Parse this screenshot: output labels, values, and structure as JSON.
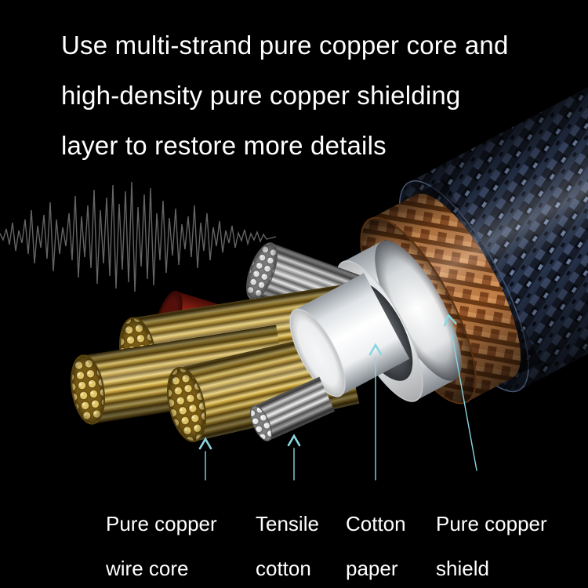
{
  "headline": {
    "lines": [
      "Use multi-strand pure copper core and",
      "high-density pure copper shielding",
      "layer to restore more details"
    ]
  },
  "part_labels": [
    {
      "line1": "Pure copper",
      "line2": "wire core"
    },
    {
      "line1": "Tensile",
      "line2": "cotton"
    },
    {
      "line1": "Cotton",
      "line2": "paper"
    },
    {
      "line1": "Pure copper",
      "line2": "shield"
    }
  ],
  "icons": [
    "sound-wave-icon",
    "pointer-arrow-icon"
  ],
  "colors": {
    "background": "#000000",
    "headline_text": "#ffffff",
    "label_text": "#ffffff",
    "pointer_arrow": "#8ad6e0",
    "copper_wire_gold": "#d9b44a",
    "copper_shield": "#b06a34",
    "inner_jacket_red": "#8f1d12",
    "insulation_white": "#ffffff",
    "tensile_cotton_silver": "#c9c9c9",
    "outer_braid_navy": "#26324a",
    "waveform_gray": "#6f6f6f"
  }
}
